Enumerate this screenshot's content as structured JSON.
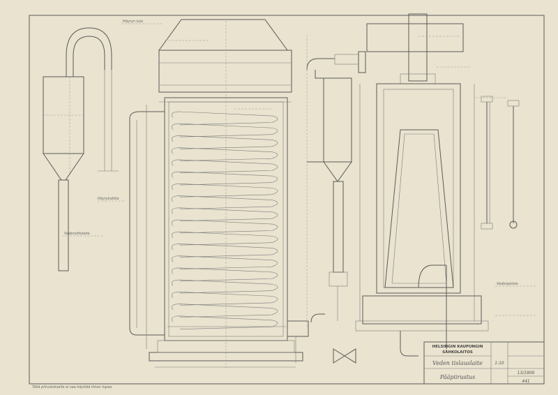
{
  "title_block": {
    "organization_line1": "HELSINGIN KAUPUNGIN",
    "organization_line2": "SÄHKOLAITOS",
    "drawing_title": "Veden tislauslaite",
    "drawing_subtitle": "Pääpiirustus",
    "scale": "1:10",
    "date": "13/1900",
    "number": "441"
  },
  "notes": {
    "top_note": "Höyryn tulo",
    "left_label": "Vedenottolaite",
    "boiler_label": "Höyrykattila",
    "outlet_label": "Vedenpoisto",
    "footer_note": "Tällä piirustuksella ei saa käyttää ilman lupaa"
  }
}
